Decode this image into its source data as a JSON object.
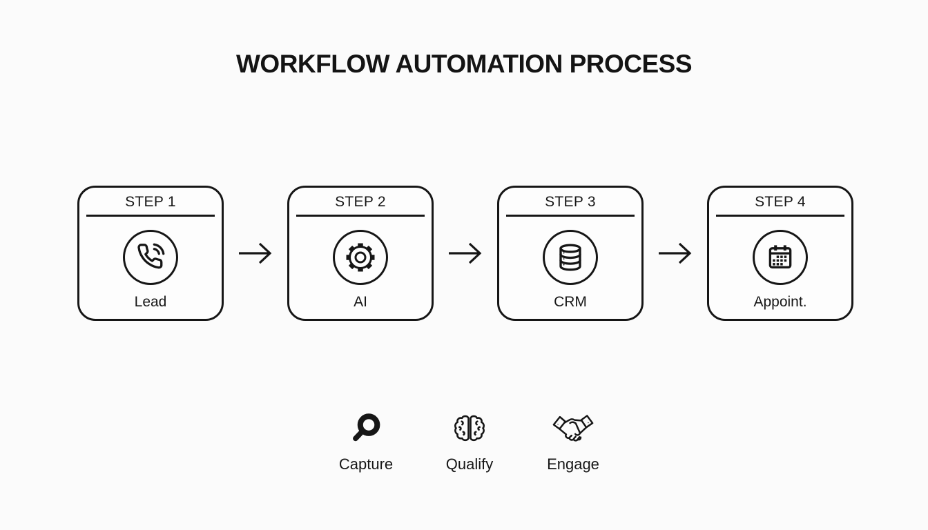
{
  "title": "WORKFLOW AUTOMATION PROCESS",
  "steps": [
    {
      "header": "STEP 1",
      "label": "Lead",
      "icon": "phone-icon"
    },
    {
      "header": "STEP 2",
      "label": "AI",
      "icon": "gear-icon"
    },
    {
      "header": "STEP 3",
      "label": "CRM",
      "icon": "database-icon"
    },
    {
      "header": "STEP 4",
      "label": "Appoint.",
      "icon": "calendar-icon"
    }
  ],
  "stages": [
    {
      "label": "Capture",
      "icon": "magnifier-icon"
    },
    {
      "label": "Qualify",
      "icon": "brain-icon"
    },
    {
      "label": "Engage",
      "icon": "handshake-icon"
    }
  ],
  "colors": {
    "background": "#fbfbfb",
    "stroke": "#161616",
    "text": "#141414"
  }
}
